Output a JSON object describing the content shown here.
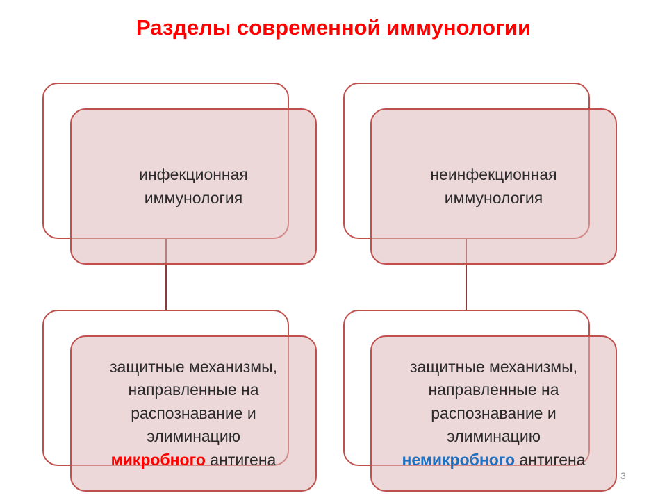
{
  "title": "Разделы современной иммунологии",
  "colors": {
    "title": "#ff0000",
    "box_border": "#c0504d",
    "box_fill": "#e8d0d1",
    "highlight_red": "#ff0000",
    "highlight_blue": "#1f6fc1"
  },
  "left": {
    "top": {
      "line1": "инфекционная",
      "line2": "иммунология"
    },
    "bottom": {
      "line1": "защитные механизмы,",
      "line2": "направленные на",
      "line3": "распознавание и",
      "line4": "элиминацию",
      "highlight": "микробного",
      "tail": "антигена"
    }
  },
  "right": {
    "top": {
      "line1": "неинфекционная",
      "line2": "иммунология"
    },
    "bottom": {
      "line1": "защитные механизмы,",
      "line2": "направленные на",
      "line3": "распознавание и",
      "line4": "элиминацию",
      "highlight": "немикробного",
      "tail": "антигена"
    }
  },
  "slide_number": "3"
}
